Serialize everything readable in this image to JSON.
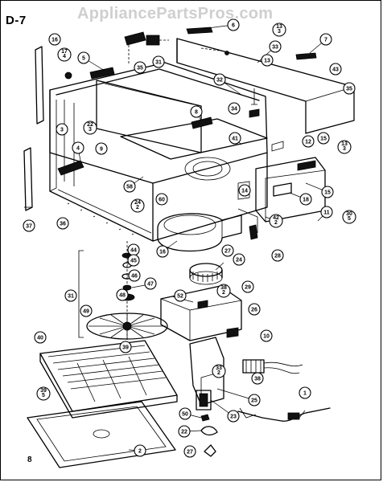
{
  "header": {
    "section": "D-7",
    "watermark": "AppliancePartsPros.com",
    "page_number": "8"
  },
  "callouts": {
    "c6_top": "6",
    "c13_3_top": "13\n3",
    "c16": "16",
    "c17_4": "17\n4",
    "c5": "5",
    "c35": "35",
    "c31_top": "31",
    "c33": "33",
    "c7": "7",
    "c13": "13",
    "c43": "43",
    "c32": "32",
    "c8": "8",
    "c35_right": "35",
    "c3": "3",
    "c22_3": "22\n3",
    "c34": "34",
    "c41": "41",
    "c12": "12",
    "c15a": "15",
    "c13_3_right": "13\n3",
    "c4": "4",
    "c9": "9",
    "c58": "58",
    "c24_2": "24\n2",
    "c60": "60",
    "c14": "14",
    "c15b": "15",
    "c18": "18",
    "c37": "37",
    "c36": "36",
    "c42_2": "42\n2",
    "c11": "11",
    "c30_5": "30\n5",
    "c44": "44",
    "c45": "45",
    "c46": "46",
    "c47": "47",
    "c48": "48",
    "c31_left": "31",
    "c49": "49",
    "c16_mid": "16",
    "c27_mid": "27",
    "c24": "24",
    "c28": "28",
    "c38_2": "38\n2",
    "c29": "29",
    "c52": "52",
    "c26": "26",
    "c10": "10",
    "c39": "39",
    "c40": "40",
    "c39_5": "39\n5",
    "c33_2": "33\n2",
    "c38": "38",
    "c25": "25",
    "c1": "1",
    "c50": "50",
    "c23": "23",
    "c22": "22",
    "c27_bot": "27",
    "c2": "2"
  }
}
